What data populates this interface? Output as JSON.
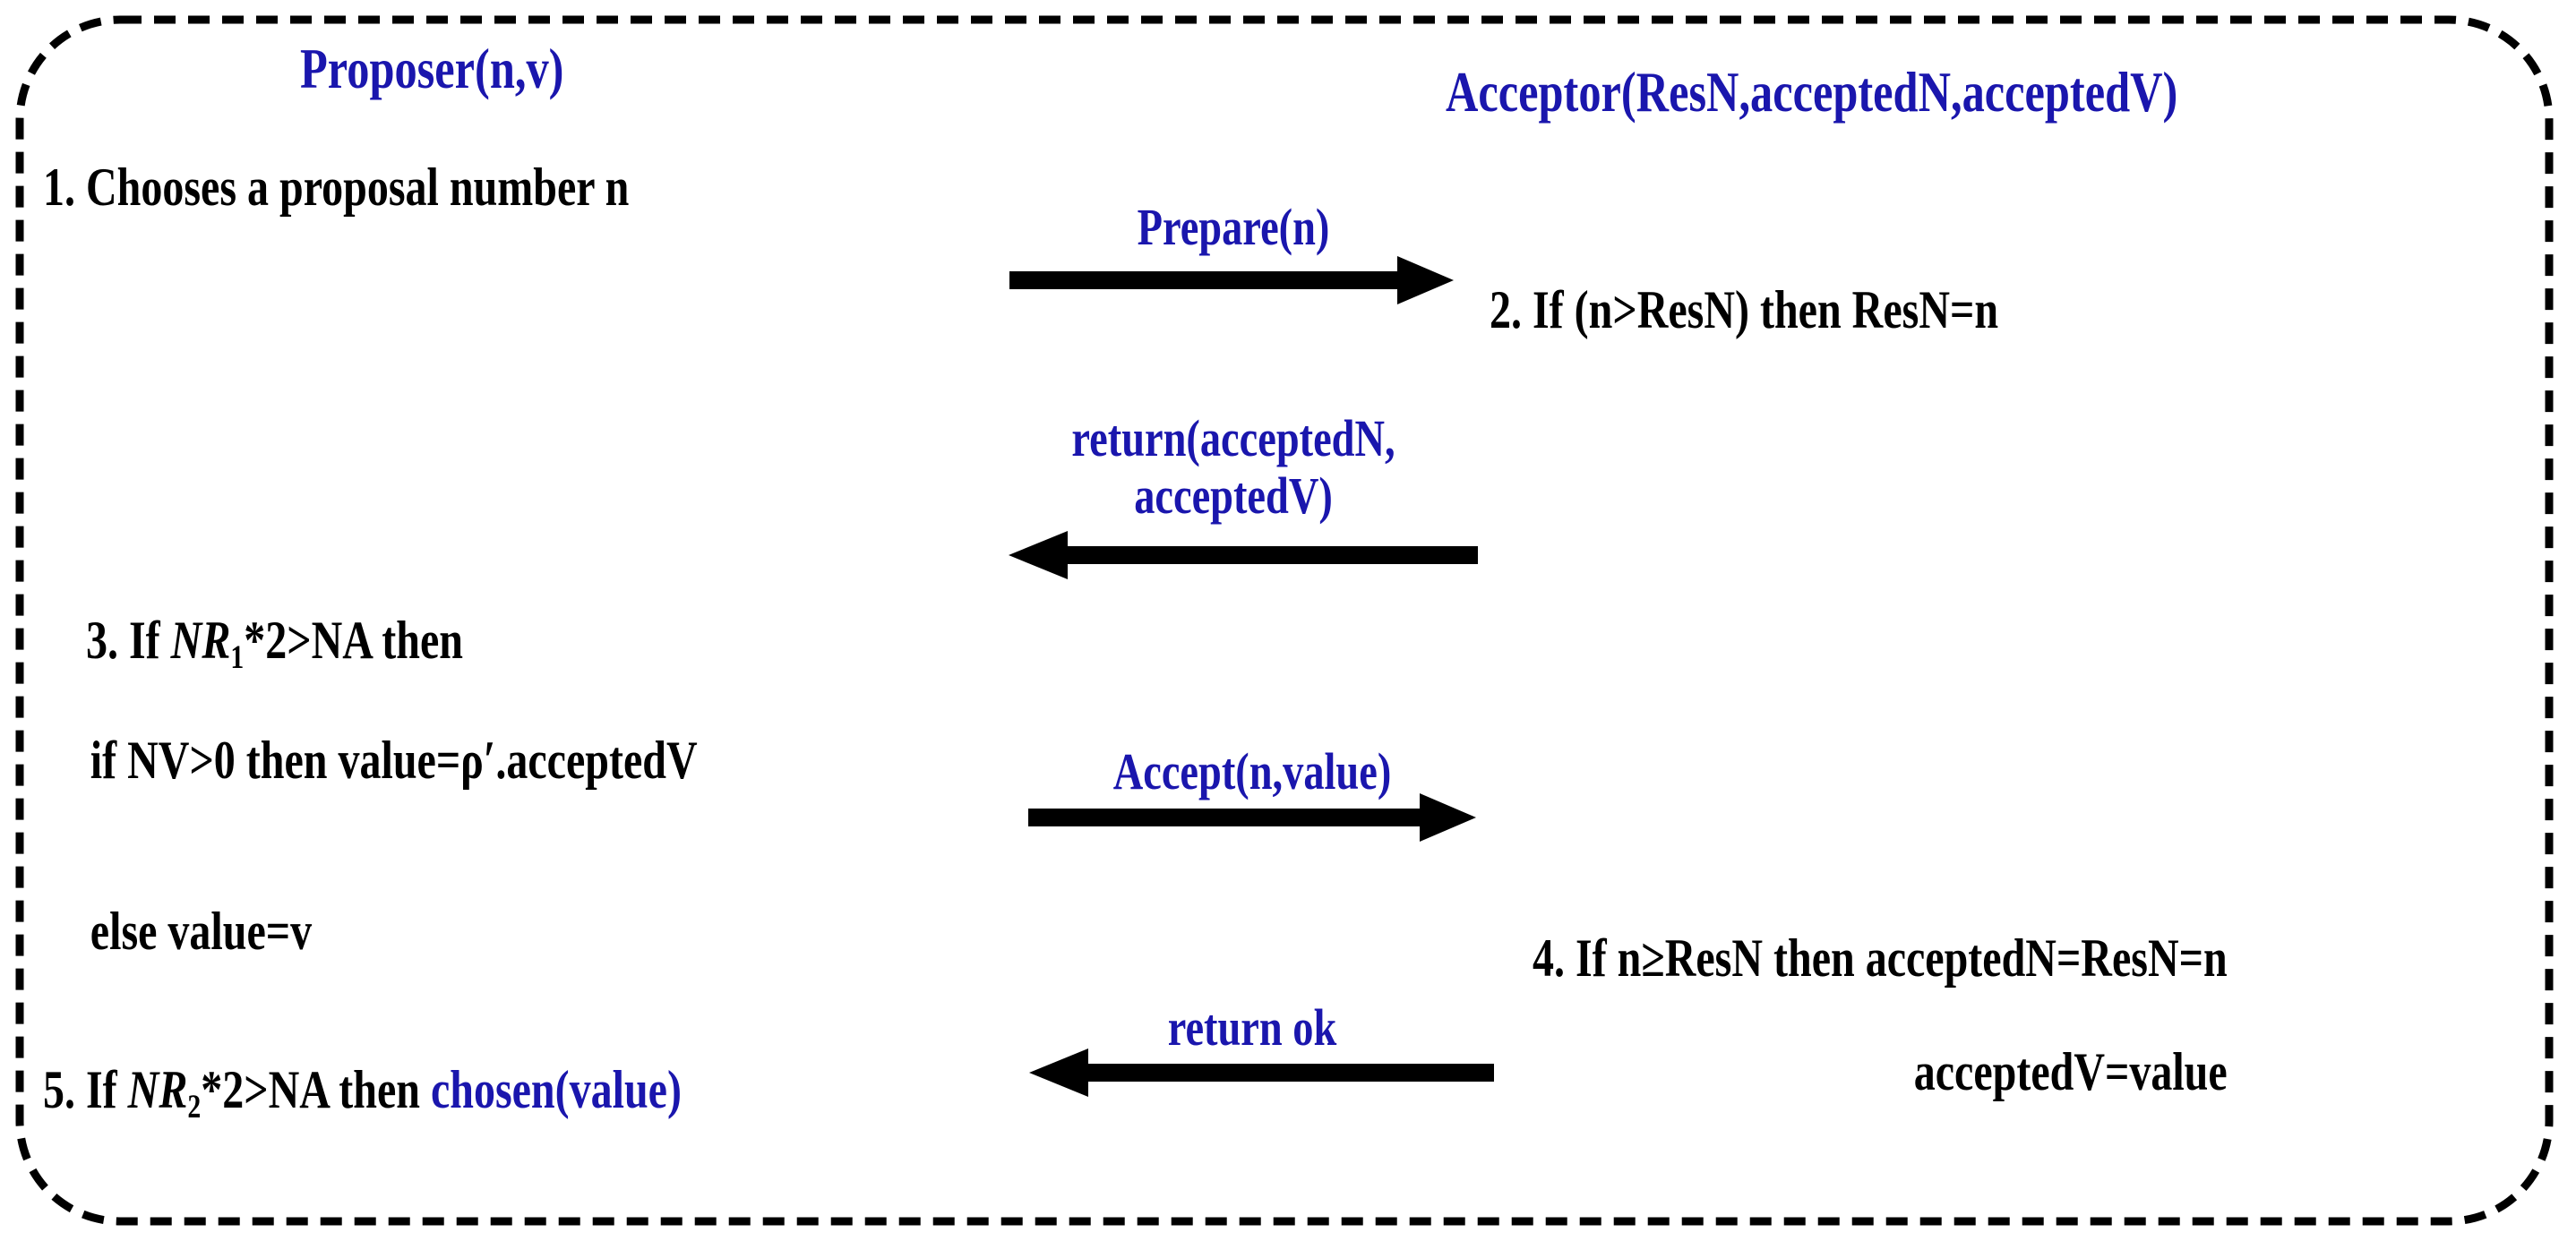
{
  "colors": {
    "accent_blue": "#1a16ad",
    "text_black": "#000000",
    "background": "#ffffff",
    "border": "#000000"
  },
  "diagram": {
    "type": "sequence-diagram",
    "subject": "Paxos single-decree proposer/acceptor message exchange",
    "roles": {
      "left": "Proposer(n,v)",
      "right": "Acceptor(ResN,acceptedN,acceptedV)"
    },
    "steps": [
      {
        "id": 1,
        "side": "proposer",
        "text": "1. Chooses a proposal number n"
      },
      {
        "id": 2,
        "side": "acceptor",
        "text": "2. If (n>ResN) then ResN=n"
      },
      {
        "id": 3,
        "side": "proposer",
        "line1_prefix": "3. If ",
        "line1_var": "NR",
        "line1_sub": "1",
        "line1_suffix": "*2>NA then",
        "line2": "if NV>0 then value=ρ′.acceptedV",
        "line3": "else value=v"
      },
      {
        "id": 4,
        "side": "acceptor",
        "line1": "4. If n≥ResN then acceptedN=ResN=n",
        "line2": "acceptedV=value"
      },
      {
        "id": 5,
        "side": "proposer",
        "prefix": "5. If ",
        "var": "NR",
        "sub": "2",
        "suffix": "*2>NA then ",
        "highlight": "chosen(value)"
      }
    ],
    "messages": [
      {
        "id": "prepare",
        "label": "Prepare(n)",
        "direction": "left-to-right"
      },
      {
        "id": "return-accepted",
        "label": "return(acceptedN,\nacceptedV)",
        "direction": "right-to-left"
      },
      {
        "id": "accept",
        "label": "Accept(n,value)",
        "direction": "left-to-right"
      },
      {
        "id": "return-ok",
        "label": "return ok",
        "direction": "right-to-left"
      }
    ]
  }
}
